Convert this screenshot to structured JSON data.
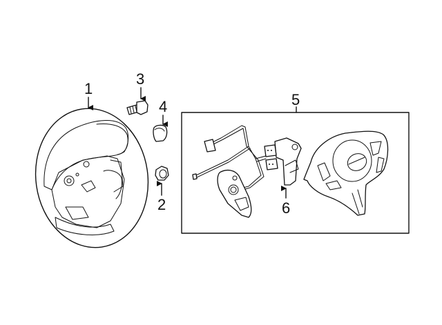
{
  "diagram": {
    "callouts": [
      {
        "number": "1",
        "part": "steering-wheel"
      },
      {
        "number": "2",
        "part": "nut"
      },
      {
        "number": "3",
        "part": "bolt"
      },
      {
        "number": "4",
        "part": "cap"
      },
      {
        "number": "5",
        "part": "airbag-and-switch-assembly-group"
      },
      {
        "number": "6",
        "part": "switch"
      }
    ],
    "colors": {
      "line": "#111111",
      "background": "#ffffff"
    }
  }
}
